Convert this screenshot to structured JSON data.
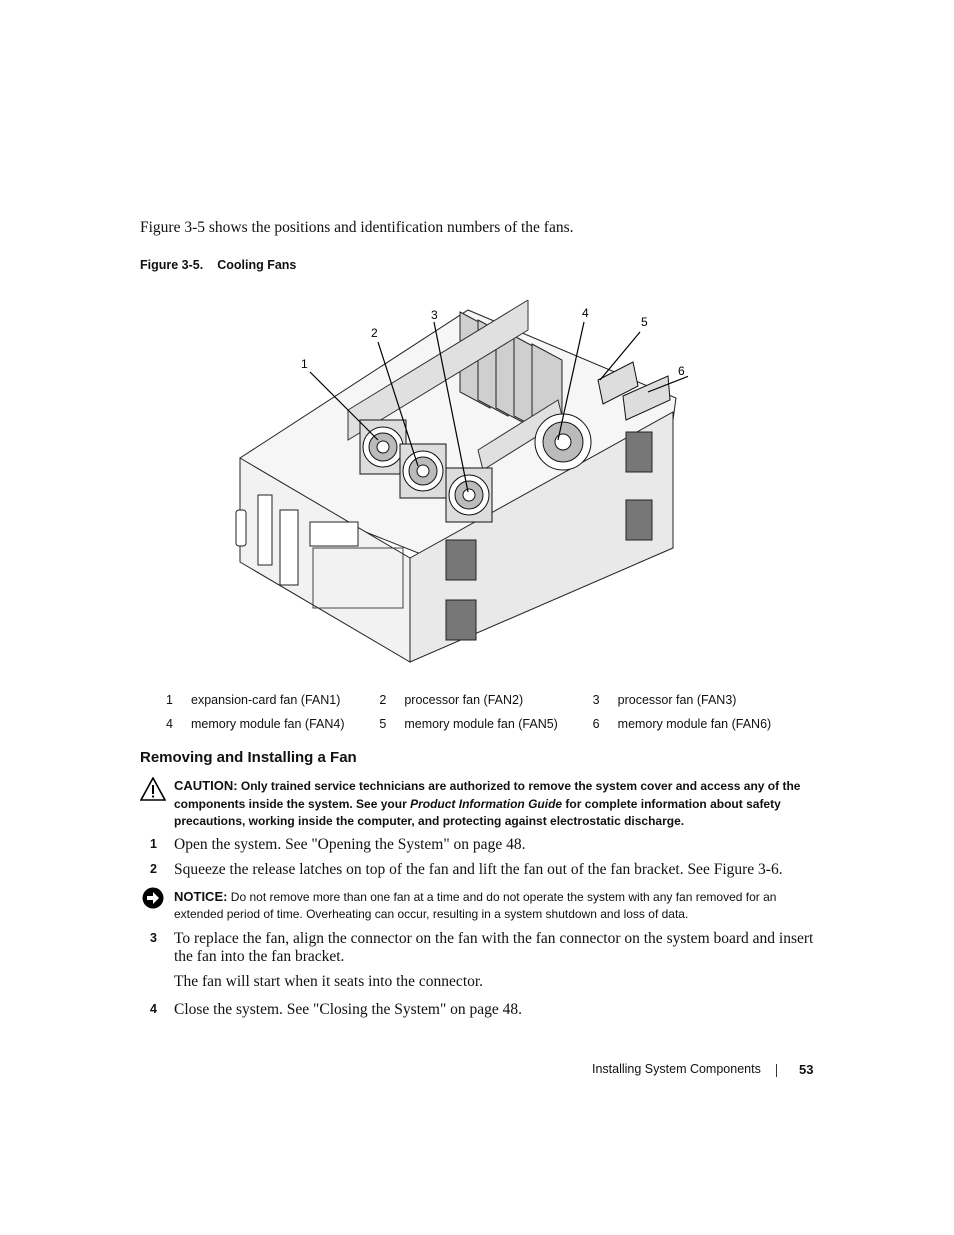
{
  "intro": "Figure 3-5 shows the positions and identification numbers of the fans.",
  "figure": {
    "label": "Figure 3-5.",
    "title": "Cooling Fans",
    "callouts": [
      "1",
      "2",
      "3",
      "4",
      "5",
      "6"
    ]
  },
  "legend": [
    [
      {
        "num": "1",
        "text": "expansion-card fan (FAN1)"
      },
      {
        "num": "2",
        "text": "processor fan (FAN2)"
      },
      {
        "num": "3",
        "text": "processor fan (FAN3)"
      }
    ],
    [
      {
        "num": "4",
        "text": "memory module fan (FAN4)"
      },
      {
        "num": "5",
        "text": "memory module fan (FAN5)"
      },
      {
        "num": "6",
        "text": "memory module fan (FAN6)"
      }
    ]
  ],
  "section_heading": "Removing and Installing a Fan",
  "caution": {
    "label": "CAUTION:",
    "text_before": "Only trained service technicians are authorized to remove the system cover and access any of the components inside the system. See your",
    "italic": "Product Information Guide",
    "text_after": "for complete information about safety precautions, working inside the computer, and protecting against electrostatic discharge."
  },
  "steps": [
    {
      "num": "1",
      "text": "Open the system. See \"Opening the System\" on page 48."
    },
    {
      "num": "2",
      "text": "Squeeze the release latches on top of the fan and lift the fan out of the fan bracket. See Figure 3-6."
    },
    {
      "num": "3",
      "text": "To replace the fan, align the connector on the fan with the fan connector on the system board and insert the fan into the fan bracket."
    },
    {
      "num": "4",
      "text": "Close the system. See \"Closing the System\" on page 48."
    }
  ],
  "step3_note": "The fan will start when it seats into the connector.",
  "notice": {
    "label": "NOTICE:",
    "text": "Do not remove more than one fan at a time and do not operate the system with any fan removed for an extended period of time. Overheating can occur, resulting in a system shutdown and loss of data."
  },
  "footer": {
    "title": "Installing System Components",
    "page": "53"
  }
}
